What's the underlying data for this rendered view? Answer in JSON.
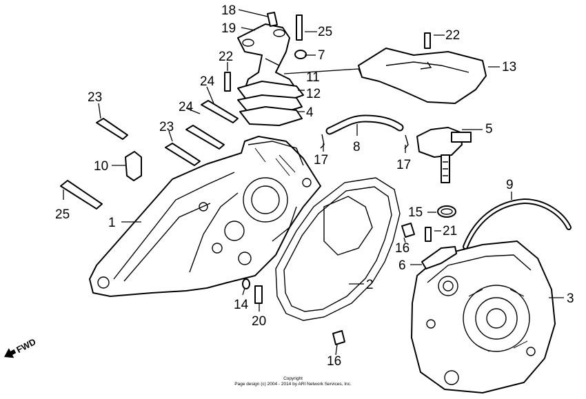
{
  "labels": {
    "p1": "1",
    "p2": "2",
    "p3": "3",
    "p4": "4",
    "p5": "5",
    "p6": "6",
    "p7": "7",
    "p8": "8",
    "p9": "9",
    "p10": "10",
    "p11": "11",
    "p12": "12",
    "p13": "13",
    "p14": "14",
    "p15": "15",
    "p16a": "16",
    "p16b": "16",
    "p17a": "17",
    "p17b": "17",
    "p18": "18",
    "p19": "19",
    "p20": "20",
    "p21": "21",
    "p22a": "22",
    "p22b": "22",
    "p23a": "23",
    "p23b": "23",
    "p24a": "24",
    "p24b": "24",
    "p25a": "25",
    "p25b": "25"
  },
  "fwd": "FWD",
  "copyright": {
    "line1": "Copyright",
    "line2": "Page design (c) 2004 - 2014 by ARI Network Services, Inc."
  }
}
